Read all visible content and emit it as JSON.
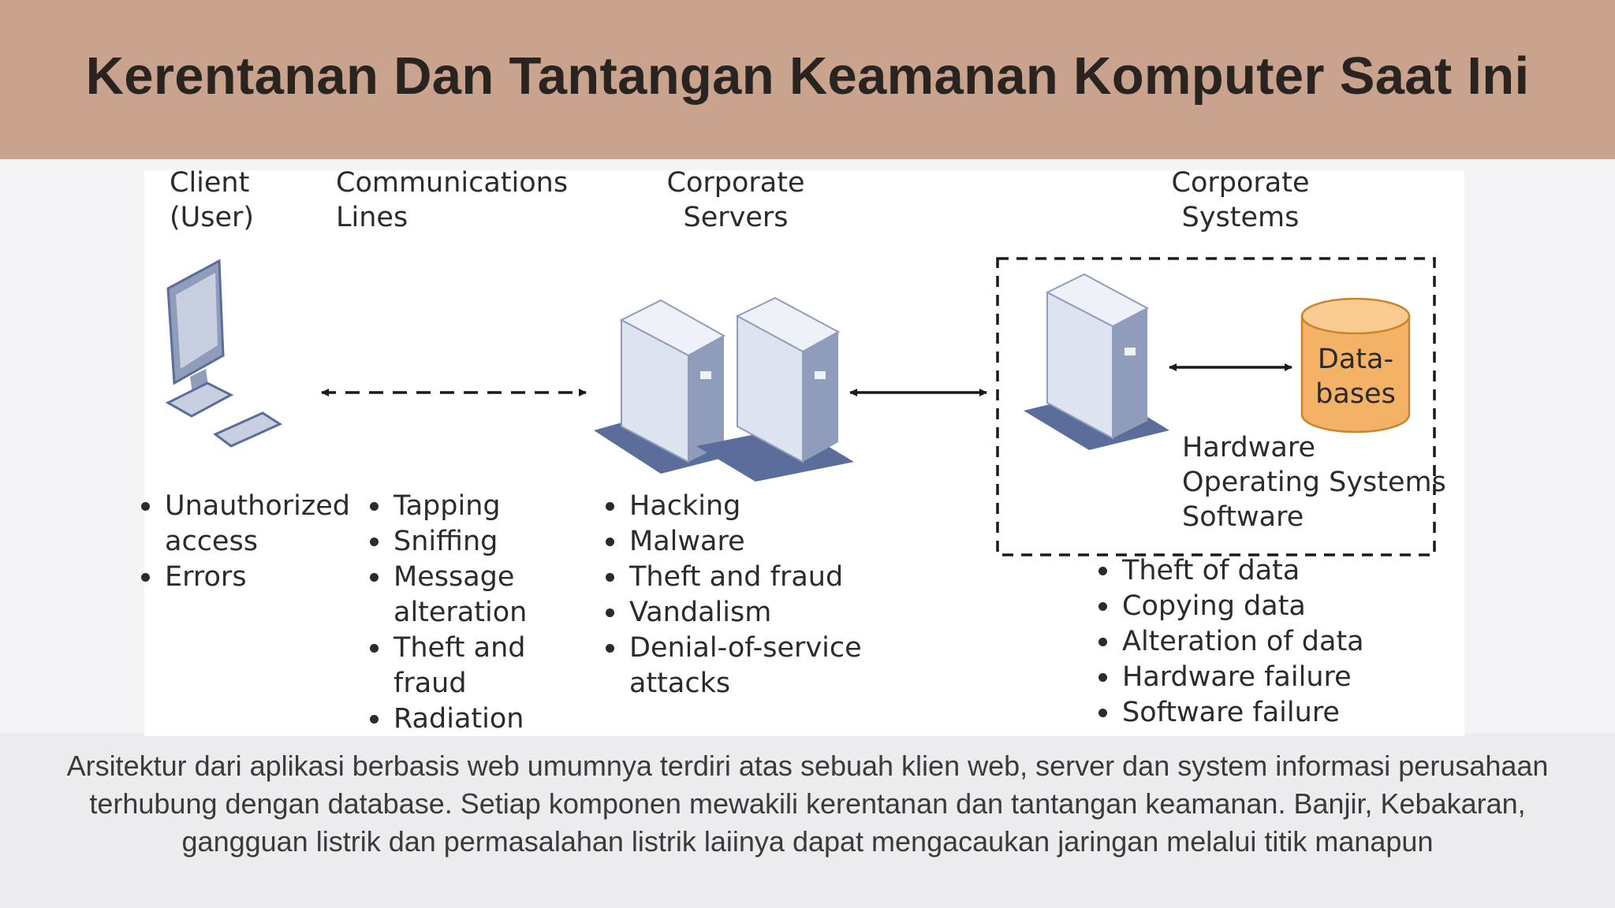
{
  "slide": {
    "title": "Kerentanan Dan Tantangan Keamanan Komputer Saat Ini",
    "caption": "Arsitektur dari aplikasi berbasis web umumnya terdiri atas sebuah klien web, server dan system informasi perusahaan terhubung dengan database. Setiap komponen mewakili kerentanan dan tantangan keamanan. Banjir, Kebakaran, gangguan listrik dan permasalahan listrik laiinya dapat mengacaukan jaringan melalui titik manapun"
  },
  "diagram": {
    "columns": {
      "client": {
        "line1": "Client",
        "line2": "(User)"
      },
      "comm": {
        "line1": "Communications",
        "line2": "Lines"
      },
      "servers": {
        "line1": "Corporate",
        "line2": "Servers"
      },
      "systems": {
        "line1": "Corporate",
        "line2": "Systems"
      }
    },
    "database_label": {
      "line1": "Data-",
      "line2": "bases"
    },
    "systems_components": [
      "Hardware",
      "Operating Systems",
      "Software"
    ],
    "client_threats": [
      "Unauthorized access",
      "Errors"
    ],
    "comm_threats": [
      "Tapping",
      "Sniffing",
      "Message alteration",
      "Theft and fraud",
      "Radiation"
    ],
    "server_threats": [
      "Hacking",
      "Malware",
      "Theft and fraud",
      "Vandalism",
      "Denial-of-service attacks"
    ],
    "system_threats": [
      "Theft of data",
      "Copying data",
      "Alteration of data",
      "Hardware failure",
      "Software failure"
    ]
  },
  "colors": {
    "header": "#c9a38e",
    "server_front": "#dde3ef",
    "server_side": "#8f9dbb",
    "server_base": "#5b6d9a",
    "database": "#f4b266"
  }
}
